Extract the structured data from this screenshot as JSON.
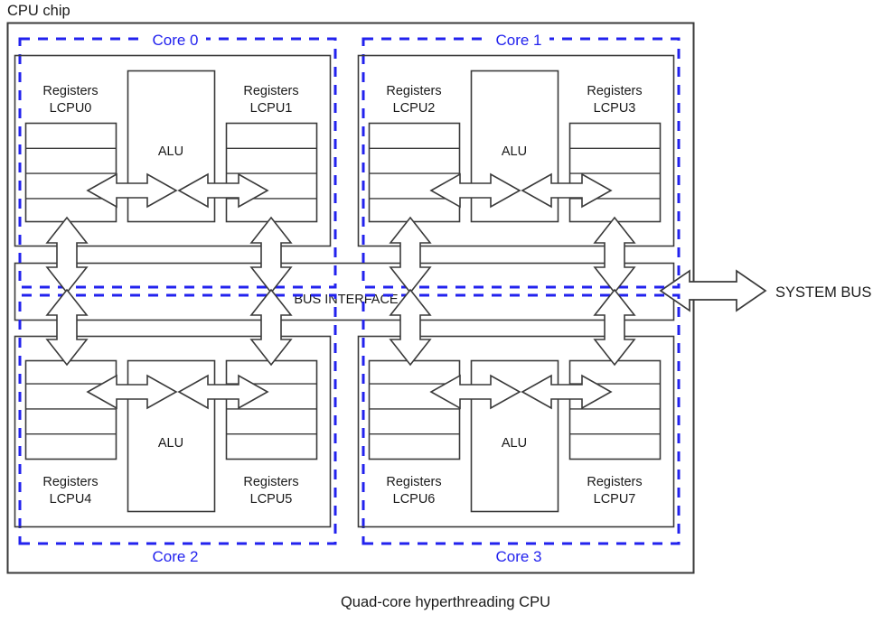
{
  "diagram": {
    "title_label": "CPU chip",
    "caption": "Quad-core hyperthreading CPU",
    "bus_interface_label": "BUS INTERFACE",
    "system_bus_label": "SYSTEM BUS",
    "colors": {
      "core_boundary": "#2222ee",
      "outline": "#3a3a3a",
      "text": "#1a1a1a",
      "background": "#ffffff"
    },
    "cores": [
      {
        "id": "core-0",
        "label": "Core 0",
        "position": "top-left",
        "alu_label": "ALU",
        "register_files": [
          {
            "title": "Registers",
            "subtitle": "LCPU0",
            "rows": 5,
            "side": "left"
          },
          {
            "title": "Registers",
            "subtitle": "LCPU1",
            "rows": 5,
            "side": "right"
          }
        ]
      },
      {
        "id": "core-1",
        "label": "Core 1",
        "position": "top-right",
        "alu_label": "ALU",
        "register_files": [
          {
            "title": "Registers",
            "subtitle": "LCPU2",
            "rows": 5,
            "side": "left"
          },
          {
            "title": "Registers",
            "subtitle": "LCPU3",
            "rows": 5,
            "side": "right"
          }
        ]
      },
      {
        "id": "core-2",
        "label": "Core 2",
        "position": "bottom-left",
        "alu_label": "ALU",
        "register_files": [
          {
            "title": "Registers",
            "subtitle": "LCPU4",
            "rows": 5,
            "side": "left"
          },
          {
            "title": "Registers",
            "subtitle": "LCPU5",
            "rows": 5,
            "side": "right"
          }
        ]
      },
      {
        "id": "core-3",
        "label": "Core 3",
        "position": "bottom-right",
        "alu_label": "ALU",
        "register_files": [
          {
            "title": "Registers",
            "subtitle": "LCPU6",
            "rows": 5,
            "side": "left"
          },
          {
            "title": "Registers",
            "subtitle": "LCPU7",
            "rows": 5,
            "side": "right"
          }
        ]
      }
    ],
    "logical_cpu_count": 8,
    "core_count": 4
  }
}
